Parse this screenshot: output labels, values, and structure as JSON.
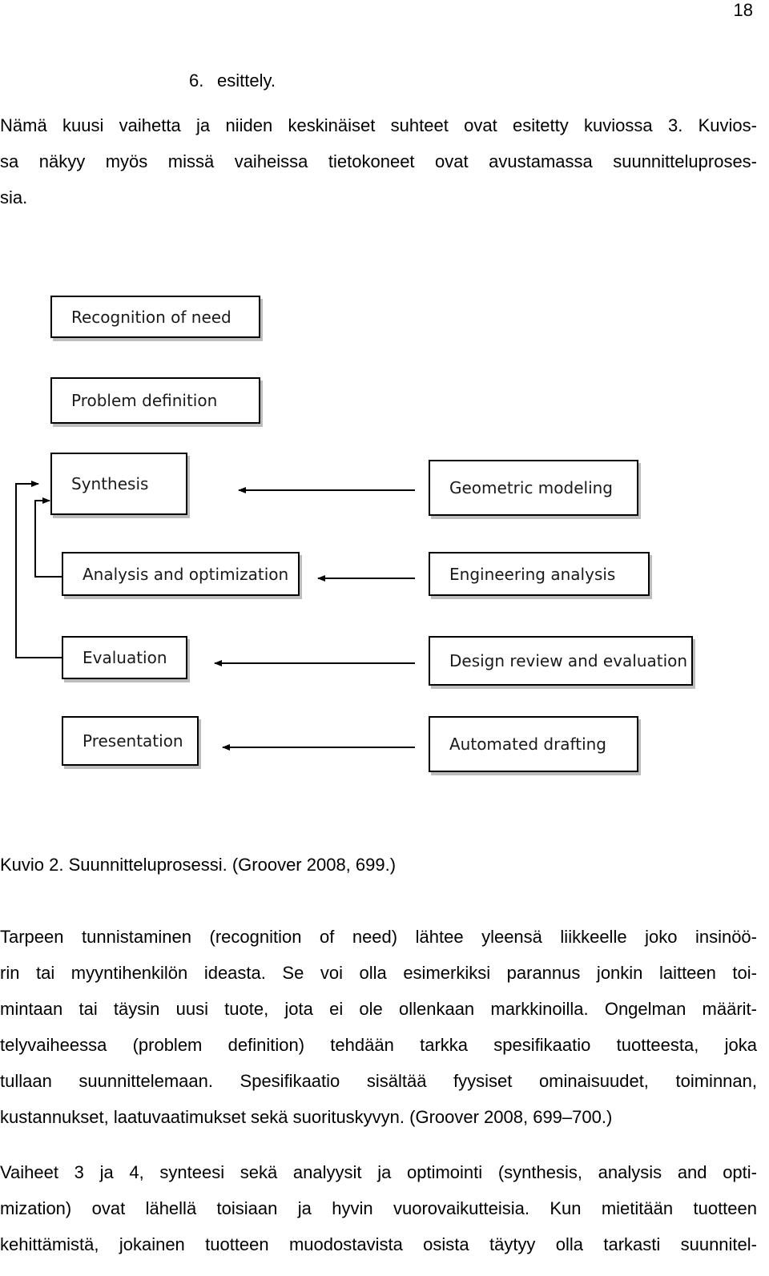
{
  "page": {
    "number": "18"
  },
  "list_item": {
    "number": "6.",
    "text": "esittely."
  },
  "intro": {
    "lines": [
      "Nämä kuusi vaihetta ja niiden keskinäiset suhteet ovat esitetty kuviossa 3. Kuvios-",
      "sa näkyy myös missä vaiheissa tietokoneet ovat avustamassa suunnitteluproses-",
      "sia."
    ]
  },
  "diagram": {
    "design_process": [
      "Recognition of need",
      "Problem definition",
      "Synthesis",
      "Analysis and optimization",
      "Evaluation",
      "Presentation"
    ],
    "computer_tools": [
      "Geometric modeling",
      "Engineering analysis",
      "Design review and evaluation",
      "Automated drafting"
    ]
  },
  "caption": "Kuvio 2. Suunnitteluprosessi. (Groover 2008, 699.)",
  "paragraph1": {
    "lines": [
      "Tarpeen tunnistaminen (recognition of need) lähtee yleensä liikkeelle joko insinöö-",
      "rin tai myyntihenkilön ideasta. Se voi olla esimerkiksi parannus jonkin laitteen toi-",
      "mintaan tai täysin uusi tuote, jota ei ole ollenkaan markkinoilla. Ongelman määrit-",
      "telyvaiheessa (problem definition) tehdään tarkka spesifikaatio tuotteesta, joka",
      "tullaan suunnittelemaan. Spesifikaatio sisältää fyysiset ominaisuudet, toiminnan,",
      "kustannukset, laatuvaatimukset sekä suorituskyvyn. (Groover 2008, 699–700.)"
    ]
  },
  "paragraph2": {
    "lines": [
      "Vaiheet 3 ja 4, synteesi sekä analyysit ja optimointi (synthesis, analysis and opti-",
      "mization) ovat lähellä toisiaan ja hyvin vuorovaikutteisia. Kun mietitään tuotteen",
      "kehittämistä, jokainen tuotteen muodostavista osista täytyy olla tarkasti suunnitel-"
    ]
  }
}
